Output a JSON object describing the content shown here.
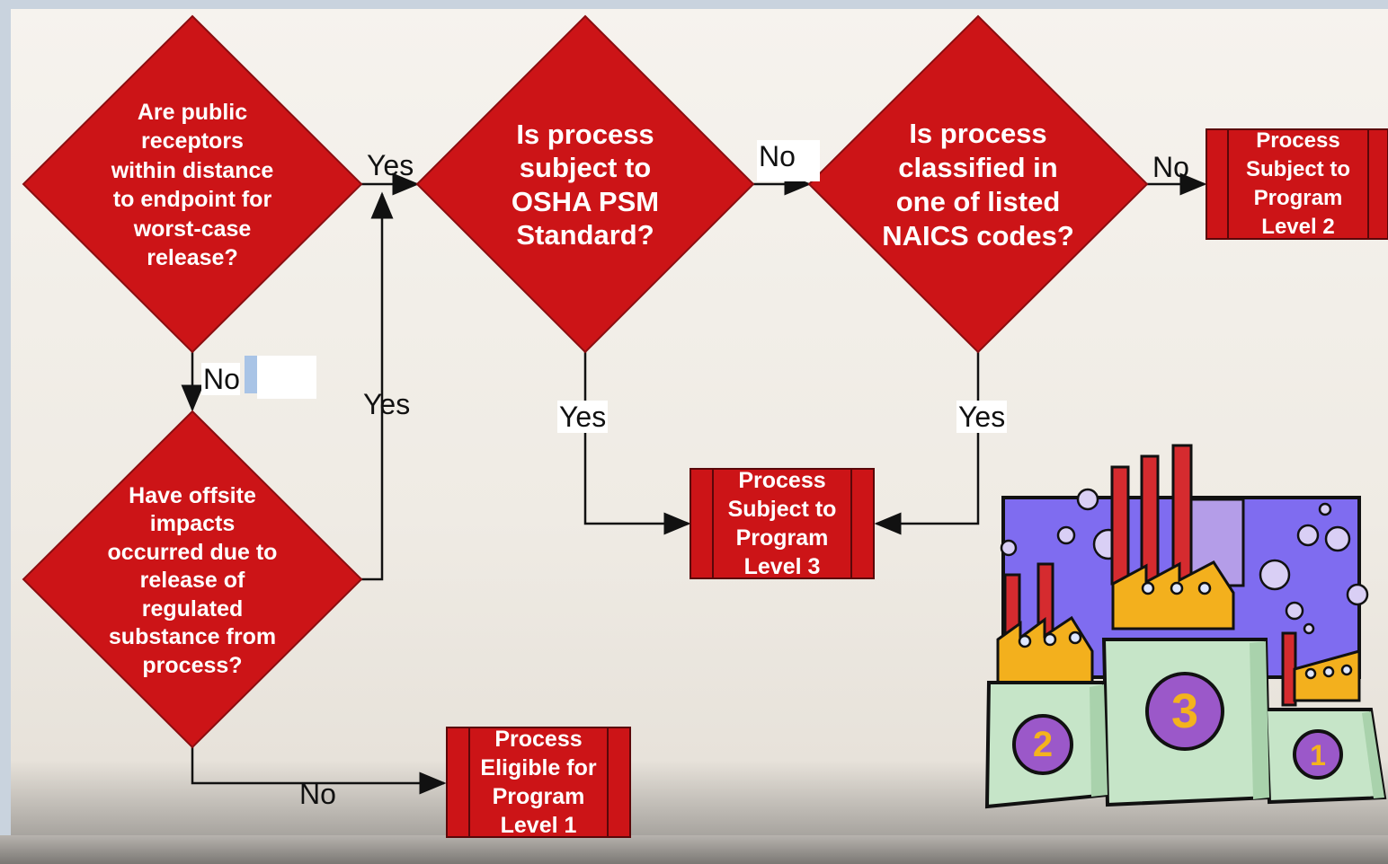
{
  "flowchart": {
    "decisions": {
      "d1": {
        "text": "Are public receptors within distance to endpoint for worst-case release?"
      },
      "d2": {
        "text": "Is process subject to OSHA PSM Standard?"
      },
      "d3": {
        "text": "Is process classified in one of listed NAICS codes?"
      },
      "d4": {
        "text": "Have offsite impacts occurred due to release of regulated substance from process?"
      }
    },
    "outcomes": {
      "level2": "Process Subject to Program Level 2",
      "level3": "Process Subject to Program Level 3",
      "level1": "Process Eligible for Program Level 1"
    },
    "labels": {
      "yes": "Yes",
      "no": "No"
    }
  },
  "colors": {
    "red": "#cc1417",
    "outline": "#8b0d10",
    "arrow": "#111111"
  },
  "illustration": {
    "icon": "factory-podium-clipart",
    "numbers": [
      "2",
      "3",
      "1"
    ]
  }
}
